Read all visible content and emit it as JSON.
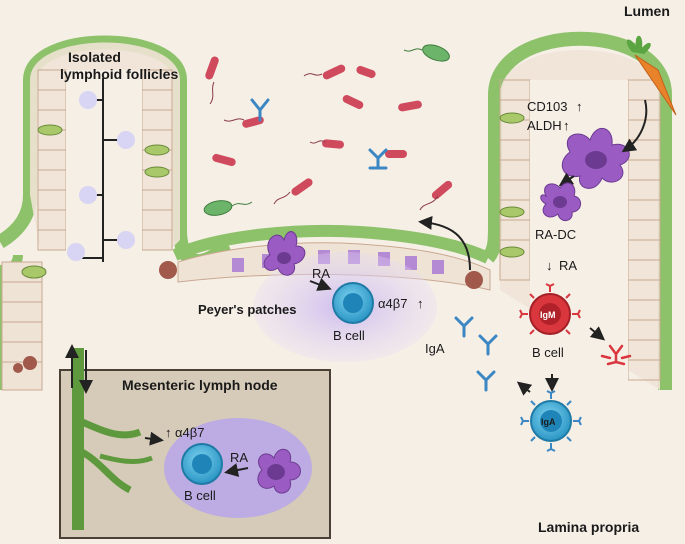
{
  "labels": {
    "lumen": "Lumen",
    "lamina_propria": "Lamina propria",
    "isolated_follicles_line1": "Isolated",
    "isolated_follicles_line2": "lymphoid follicles",
    "peyers_patches": "Peyer's patches",
    "mesenteric_lymph_node": "Mesenteric lymph node",
    "cd103": "CD103",
    "aldh": "ALDH",
    "ra_dc": "RA-DC",
    "ra": "RA",
    "b_cell": "B cell",
    "alpha4beta7": "α4β7",
    "iga": "IgA",
    "igm": "IgM",
    "up_arrow": "↑",
    "down_arrow": "↓"
  },
  "colors": {
    "background": "#f6efe6",
    "epithelium_outline": "#8dc26b",
    "epithelium_fill": "#efe3d6",
    "b_cell": "#3aaed8",
    "dendritic_cell": "#9a5cc2",
    "igm_cell": "#d9363e",
    "bacteria": "#d04a5e",
    "lymph_node_box": "#d6cbb9",
    "lymph_vessel": "#5e9a3d"
  }
}
